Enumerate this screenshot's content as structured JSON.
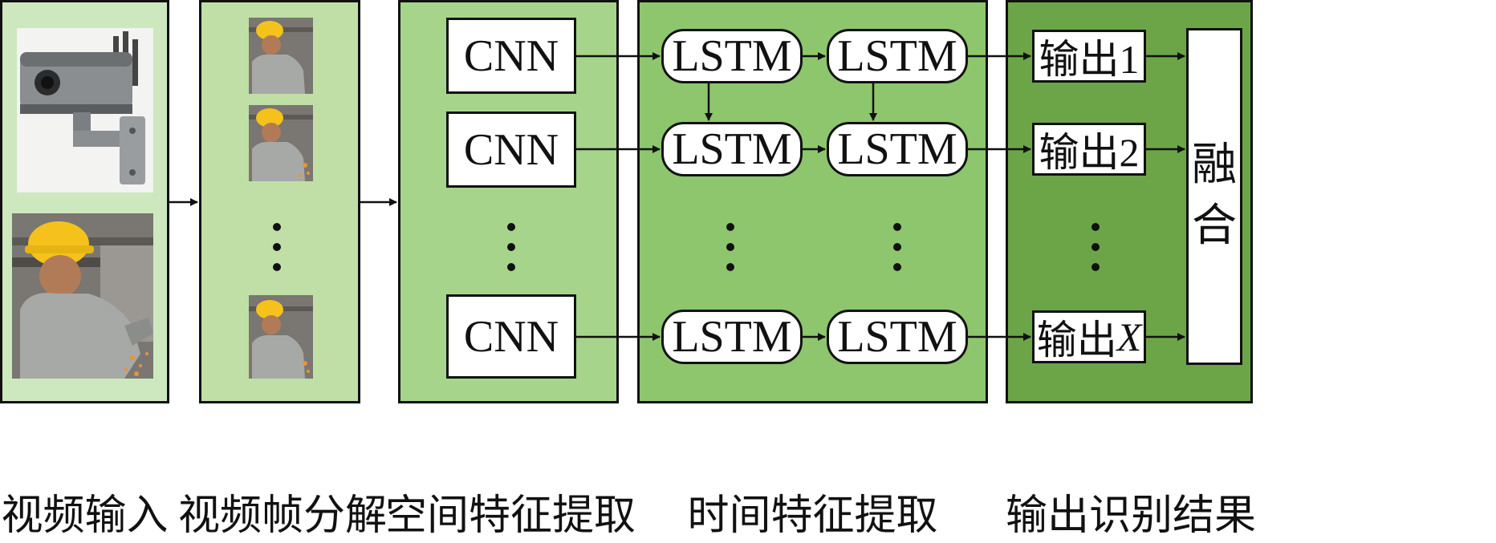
{
  "colors": {
    "stage_input": "#cde8be",
    "stage_frames": "#bfdfa6",
    "stage_spatial": "#a6d48b",
    "stage_temporal": "#8dc66d",
    "stage_output": "#6ba548",
    "helmet": "#f4c21b",
    "shirt": "#a7a9a6",
    "wall": "#7a7672",
    "sparks": "#e8933a"
  },
  "stages": {
    "input": {
      "caption": "视频输入"
    },
    "frames": {
      "caption": "视频帧分解"
    },
    "spatial": {
      "caption": "空间特征提取",
      "cnn_labels": [
        "CNN",
        "CNN",
        "CNN"
      ]
    },
    "temporal": {
      "caption": "时间特征提取",
      "lstm_labels": [
        "LSTM",
        "LSTM",
        "LSTM",
        "LSTM",
        "LSTM",
        "LSTM"
      ]
    },
    "output": {
      "caption": "输出识别结果",
      "out_labels": [
        "输出1",
        "输出2",
        "输出"
      ],
      "out_last_var": "X",
      "fusion_chars": [
        "融",
        "合"
      ]
    }
  },
  "icons": [
    "security-camera-icon",
    "worker-photo",
    "video-frame-thumbnail"
  ]
}
